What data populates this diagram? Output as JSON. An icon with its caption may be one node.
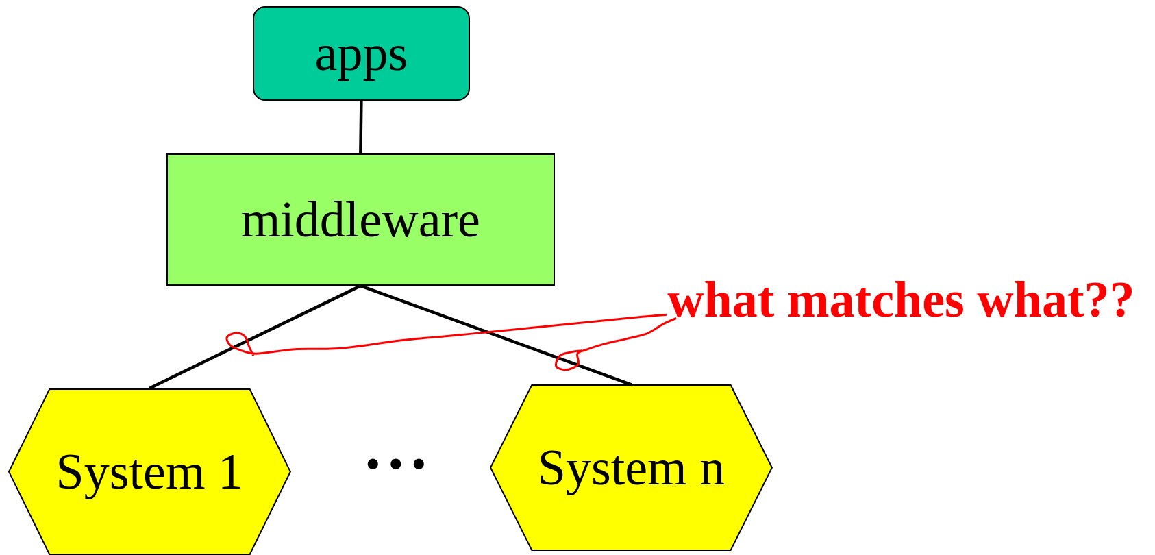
{
  "diagram": {
    "nodes": [
      {
        "text": [
          "apps"
        ]
      },
      {
        "text": [
          "middleware"
        ]
      },
      {
        "text": [
          "System 1"
        ]
      },
      {
        "text": [
          "System n"
        ]
      },
      {
        "text": [
          "what matches what??"
        ]
      }
    ],
    "edges": [
      {
        "from": 0,
        "to": 1,
        "arrow": "none"
      },
      {
        "from": 1,
        "to": 2,
        "arrow": "none"
      },
      {
        "from": 1,
        "to": 3,
        "arrow": "none"
      },
      {
        "from": 4,
        "to": null,
        "arrow": "none",
        "color": "#ff0000"
      },
      {
        "from": 4,
        "to": null,
        "arrow": "none",
        "color": "#ff0000"
      }
    ],
    "labels": [
      "• • •"
    ]
  }
}
